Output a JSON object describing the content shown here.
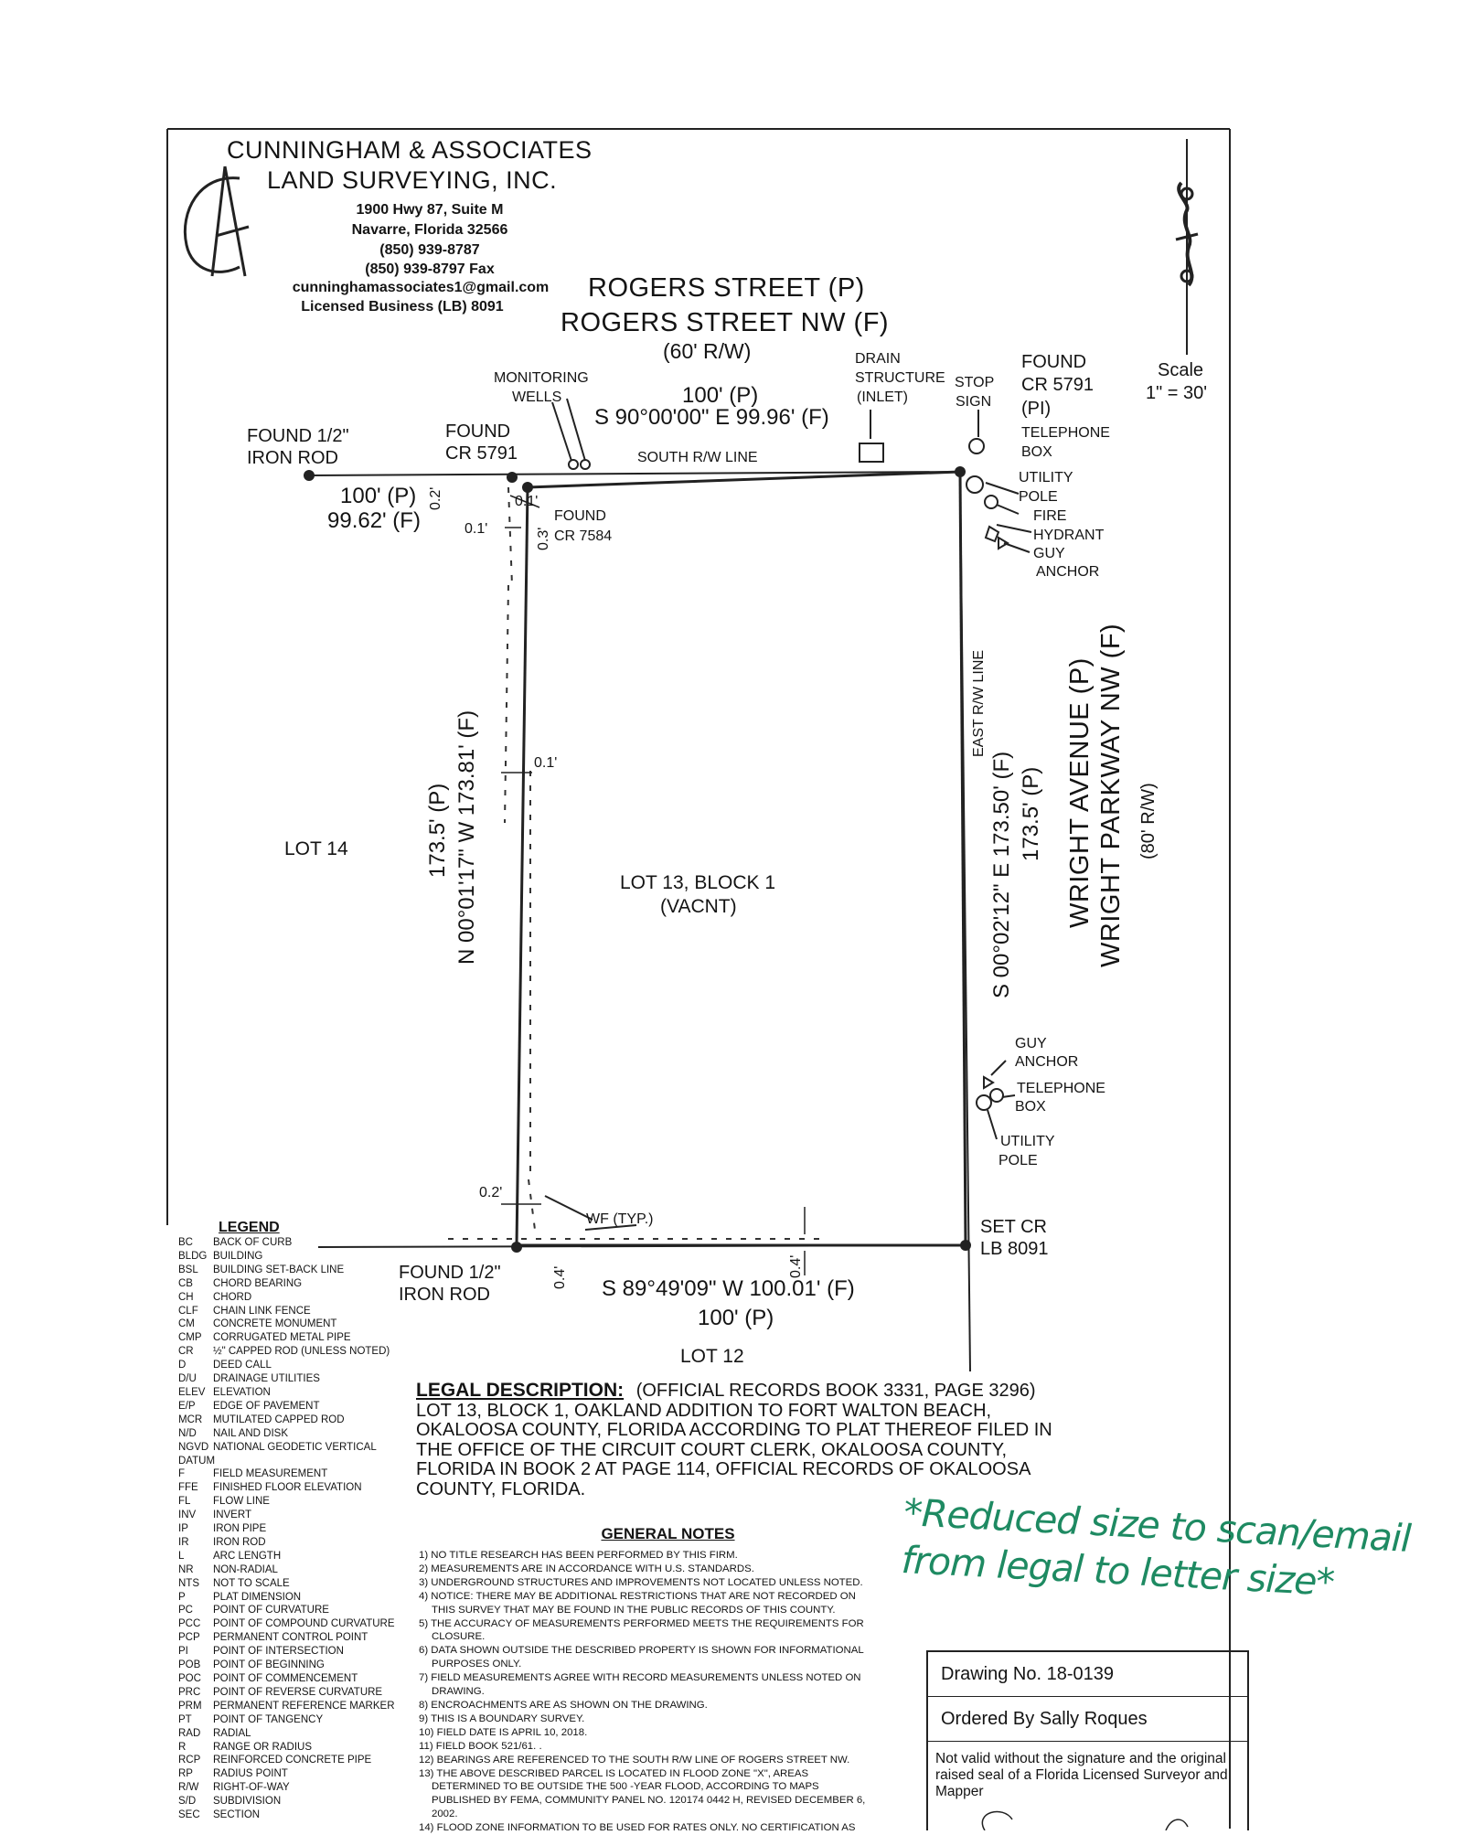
{
  "firm": {
    "name_line1": "CUNNINGHAM & ASSOCIATES",
    "name_line2": "LAND SURVEYING, INC.",
    "logo_letters": "CA",
    "address1": "1900 Hwy 87, Suite M",
    "address2": "Navarre, Florida  32566",
    "phone": "(850) 939-8787",
    "fax": "(850) 939-8797 Fax",
    "email": "cunninghamassociates1@gmail.com",
    "license": "Licensed Business (LB) 8091"
  },
  "north_arrow_icon": "north-arrow-icon",
  "scale": {
    "label": "Scale",
    "value": "1\" = 30'"
  },
  "streets": {
    "rogers_p": "ROGERS STREET (P)",
    "rogers_f": "ROGERS STREET NW (F)",
    "rogers_rw": "(60' R/W)",
    "wright_p": "WRIGHT AVENUE (P)",
    "wright_f": "WRIGHT PARKWAY NW (F)",
    "wright_rw": "(80' R/W)"
  },
  "labels": {
    "monitoring_wells": [
      "MONITORING",
      "WELLS"
    ],
    "drain_structure": [
      "DRAIN",
      "STRUCTURE",
      "(INLET)"
    ],
    "stop_sign": [
      "STOP",
      "SIGN"
    ],
    "found_cr5791_ne": [
      "FOUND",
      "CR 5791",
      "(PI)"
    ],
    "telephone_box_n": [
      "TELEPHONE",
      "BOX"
    ],
    "utility_pole_n": [
      "UTILITY",
      "POLE"
    ],
    "fire_hydrant": [
      "FIRE",
      "HYDRANT"
    ],
    "guy_anchor_n": [
      "GUY",
      "ANCHOR"
    ],
    "found_iron_rod_nw": [
      "FOUND 1/2\"",
      "IRON ROD"
    ],
    "found_cr5791_nw": [
      "FOUND",
      "CR 5791"
    ],
    "found_cr7584": [
      "FOUND",
      "CR 7584"
    ],
    "south_rw_line": "SOUTH R/W LINE",
    "east_rw_line": "EAST R/W LINE",
    "guy_anchor_s": [
      "GUY",
      "ANCHOR"
    ],
    "telephone_box_s": [
      "TELEPHONE",
      "BOX"
    ],
    "utility_pole_s": [
      "UTILITY",
      "POLE"
    ],
    "wf_typ": "WF (TYP.)",
    "set_cr": [
      "SET CR",
      "LB 8091"
    ],
    "found_iron_rod_sw": [
      "FOUND 1/2\"",
      "IRON ROD"
    ],
    "lot14": "LOT 14",
    "lot13": [
      "LOT 13, BLOCK 1",
      "(VACNT)"
    ],
    "lot12": "LOT 12"
  },
  "dimensions": {
    "north_p": "100' (P)",
    "north_f": "S 90°00'00\" E 99.96' (F)",
    "west_offset_p": "100' (P)",
    "west_offset_f": "99.62' (F)",
    "west_p": "173.5' (P)",
    "west_f": "N 00°01'17\" W 173.81' (F)",
    "east_f": "S 00°02'12\" E 173.50' (F)",
    "east_p": "173.5' (P)",
    "south_f": "S 89°49'09\" W 100.01' (F)",
    "south_p": "100' (P)",
    "off_02_a": "0.2'",
    "off_01_a": "0.1'",
    "off_01_b": "0.1'",
    "off_03": "0.3'",
    "off_01_c": "0.1'",
    "off_02_b": "0.2'",
    "off_04_a": "0.4'",
    "off_04_b": "0.4'"
  },
  "legend": {
    "title": "LEGEND",
    "items": [
      [
        "BC",
        "BACK OF CURB"
      ],
      [
        "BLDG",
        "BUILDING"
      ],
      [
        "BSL",
        "BUILDING SET-BACK LINE"
      ],
      [
        "CB",
        "CHORD BEARING"
      ],
      [
        "CH",
        "CHORD"
      ],
      [
        "CLF",
        "CHAIN LINK FENCE"
      ],
      [
        "CM",
        "CONCRETE MONUMENT"
      ],
      [
        "CMP",
        "CORRUGATED METAL PIPE"
      ],
      [
        "CR",
        "½\" CAPPED ROD (UNLESS NOTED)"
      ],
      [
        "D",
        "DEED CALL"
      ],
      [
        "D/U",
        "DRAINAGE UTILITIES"
      ],
      [
        "ELEV",
        "ELEVATION"
      ],
      [
        "E/P",
        "EDGE OF PAVEMENT"
      ],
      [
        "MCR",
        "MUTILATED CAPPED ROD"
      ],
      [
        "N/D",
        "NAIL AND DISK"
      ],
      [
        "NGVD",
        "NATIONAL GEODETIC VERTICAL"
      ],
      [
        "DATUM",
        ""
      ],
      [
        "F",
        "FIELD MEASUREMENT"
      ],
      [
        "FFE",
        "FINISHED FLOOR ELEVATION"
      ],
      [
        "FL",
        "FLOW LINE"
      ],
      [
        "INV",
        "INVERT"
      ],
      [
        "IP",
        "IRON PIPE"
      ],
      [
        "IR",
        "IRON ROD"
      ],
      [
        "L",
        "ARC LENGTH"
      ],
      [
        "NR",
        "NON-RADIAL"
      ],
      [
        "NTS",
        "NOT TO SCALE"
      ],
      [
        "P",
        "PLAT DIMENSION"
      ],
      [
        "PC",
        "POINT OF CURVATURE"
      ],
      [
        "PCC",
        "POINT OF COMPOUND CURVATURE"
      ],
      [
        "PCP",
        "PERMANENT CONTROL POINT"
      ],
      [
        "PI",
        "POINT OF INTERSECTION"
      ],
      [
        "POB",
        "POINT OF BEGINNING"
      ],
      [
        "POC",
        "POINT OF COMMENCEMENT"
      ],
      [
        "PRC",
        "POINT OF REVERSE CURVATURE"
      ],
      [
        "PRM",
        "PERMANENT REFERENCE MARKER"
      ],
      [
        "PT",
        "POINT OF TANGENCY"
      ],
      [
        "RAD",
        "RADIAL"
      ],
      [
        "R",
        "RANGE OR RADIUS"
      ],
      [
        "RCP",
        "REINFORCED CONCRETE PIPE"
      ],
      [
        "RP",
        "RADIUS POINT"
      ],
      [
        "R/W",
        "RIGHT-OF-WAY"
      ],
      [
        "S/D",
        "SUBDIVISION"
      ],
      [
        "SEC",
        "SECTION"
      ]
    ]
  },
  "legal": {
    "heading": "LEGAL DESCRIPTION:",
    "reference": "(OFFICIAL RECORDS BOOK 3331, PAGE 3296)",
    "lines": [
      "LOT 13, BLOCK 1, OAKLAND ADDITION TO FORT WALTON BEACH,",
      "OKALOOSA COUNTY, FLORIDA ACCORDING TO PLAT THEREOF FILED IN",
      "THE OFFICE OF THE CIRCUIT COURT CLERK, OKALOOSA COUNTY,",
      "FLORIDA IN BOOK 2 AT PAGE 114, OFFICIAL RECORDS OF OKALOOSA",
      "COUNTY, FLORIDA."
    ]
  },
  "notes": {
    "title": "GENERAL NOTES",
    "items": [
      [
        "1) NO TITLE RESEARCH HAS BEEN PERFORMED BY THIS FIRM."
      ],
      [
        "2) MEASUREMENTS ARE IN ACCORDANCE WITH U.S. STANDARDS."
      ],
      [
        "3) UNDERGROUND STRUCTURES AND IMPROVEMENTS NOT LOCATED UNLESS NOTED."
      ],
      [
        "4) NOTICE:  THERE MAY BE ADDITIONAL RESTRICTIONS THAT ARE NOT RECORDED ON",
        "THIS SURVEY THAT  MAY BE FOUND IN THE PUBLIC RECORDS OF THIS COUNTY."
      ],
      [
        "5) THE ACCURACY OF MEASUREMENTS PERFORMED MEETS THE REQUIREMENTS FOR",
        "CLOSURE."
      ],
      [
        "6) DATA SHOWN OUTSIDE THE DESCRIBED PROPERTY IS SHOWN FOR INFORMATIONAL",
        "PURPOSES ONLY."
      ],
      [
        "7) FIELD MEASUREMENTS AGREE WITH RECORD MEASUREMENTS UNLESS NOTED ON",
        "DRAWING."
      ],
      [
        "8) ENCROACHMENTS ARE AS SHOWN ON THE DRAWING."
      ],
      [
        "9) THIS IS A BOUNDARY SURVEY."
      ],
      [
        "10) FIELD DATE IS APRIL 10, 2018."
      ],
      [
        "11) FIELD BOOK 521/61.  ."
      ],
      [
        "12) BEARINGS ARE REFERENCED TO THE SOUTH R/W LINE OF ROGERS STREET NW."
      ],
      [
        "13) THE ABOVE DESCRIBED PARCEL IS LOCATED IN FLOOD ZONE \"X\", AREAS",
        "DETERMINED TO BE OUTSIDE THE  500 -YEAR FLOOD, ACCORDING TO  MAPS",
        "PUBLISHED BY FEMA, COMMUNITY PANEL NO. 120174 0442 H, REVISED DECEMBER 6,",
        "2002."
      ],
      [
        "14) FLOOD ZONE INFORMATION TO BE USED FOR RATES ONLY. NO CERTIFICATION AS"
      ]
    ]
  },
  "handwritten_note": [
    "*Reduced size to scan/email",
    "from legal to letter size*"
  ],
  "title_block": {
    "drawing_no": "Drawing No. 18-0139",
    "ordered_by": "Ordered By Sally Roques",
    "validity": "Not valid without the signature and the original raised seal of a Florida Licensed Surveyor and Mapper"
  },
  "colors": {
    "ink": "#141414",
    "handwriting": "#1e8a62",
    "paper": "#ffffff"
  }
}
